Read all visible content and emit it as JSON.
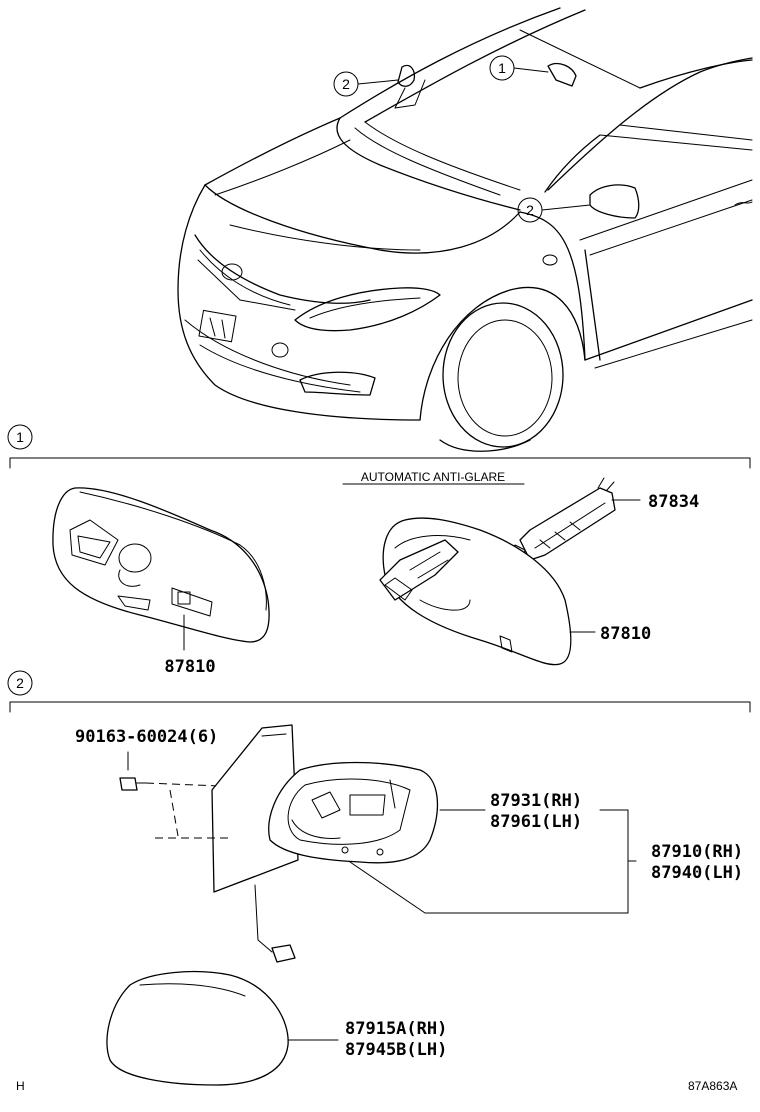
{
  "diagram": {
    "section_markers": [
      "1",
      "2"
    ],
    "car_callouts": [
      "2",
      "1",
      "2"
    ],
    "subtitle": "AUTOMATIC ANTI-GLARE",
    "parts_section1": [
      {
        "number": "87810"
      },
      {
        "number": "87834"
      },
      {
        "number": "87810"
      }
    ],
    "parts_section2": {
      "bolt": "90163-60024(6)",
      "housing_rh": "87931(RH)",
      "housing_lh": "87961(LH)",
      "assembly_rh": "87910(RH)",
      "assembly_lh": "87940(LH)",
      "cover_rh": "87915A(RH)",
      "cover_lh": "87945B(LH)"
    },
    "footer_left": "H",
    "footer_right": "87A863A"
  }
}
